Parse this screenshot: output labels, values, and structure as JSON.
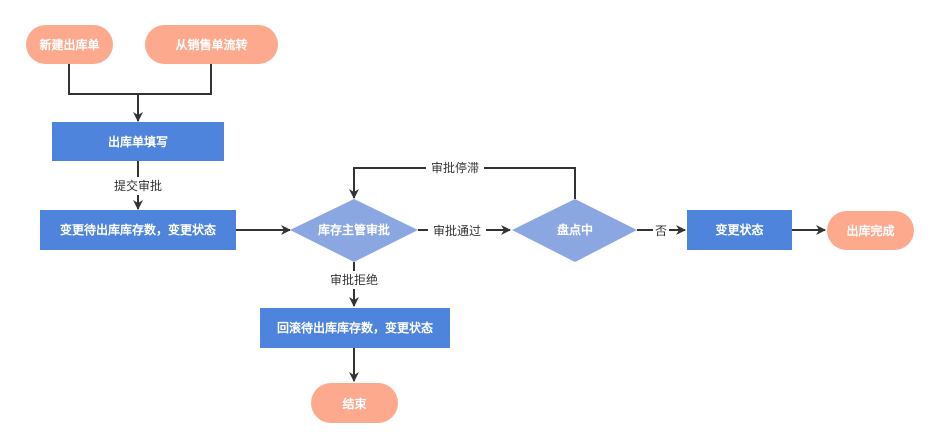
{
  "colors": {
    "terminal": "#fca98e",
    "process": "#4e84db",
    "decision": "#8ba7e2",
    "edge": "#333333",
    "background": "#ffffff"
  },
  "nodes": {
    "new_order": "新建出库单",
    "from_sales": "从销售单流转",
    "fill_form": "出库单填写",
    "pending_change": "变更待出库库存数，变更状态",
    "manager_review": "库存主管审批",
    "inventory_check": "盘点中",
    "change_status": "变更状态",
    "done": "出库完成",
    "rollback": "回滚待出库库存数，变更状态",
    "end": "结束"
  },
  "edges": {
    "submit": "提交审批",
    "stalled": "审批停滞",
    "approved": "审批通过",
    "rejected": "审批拒绝",
    "no": "否"
  }
}
